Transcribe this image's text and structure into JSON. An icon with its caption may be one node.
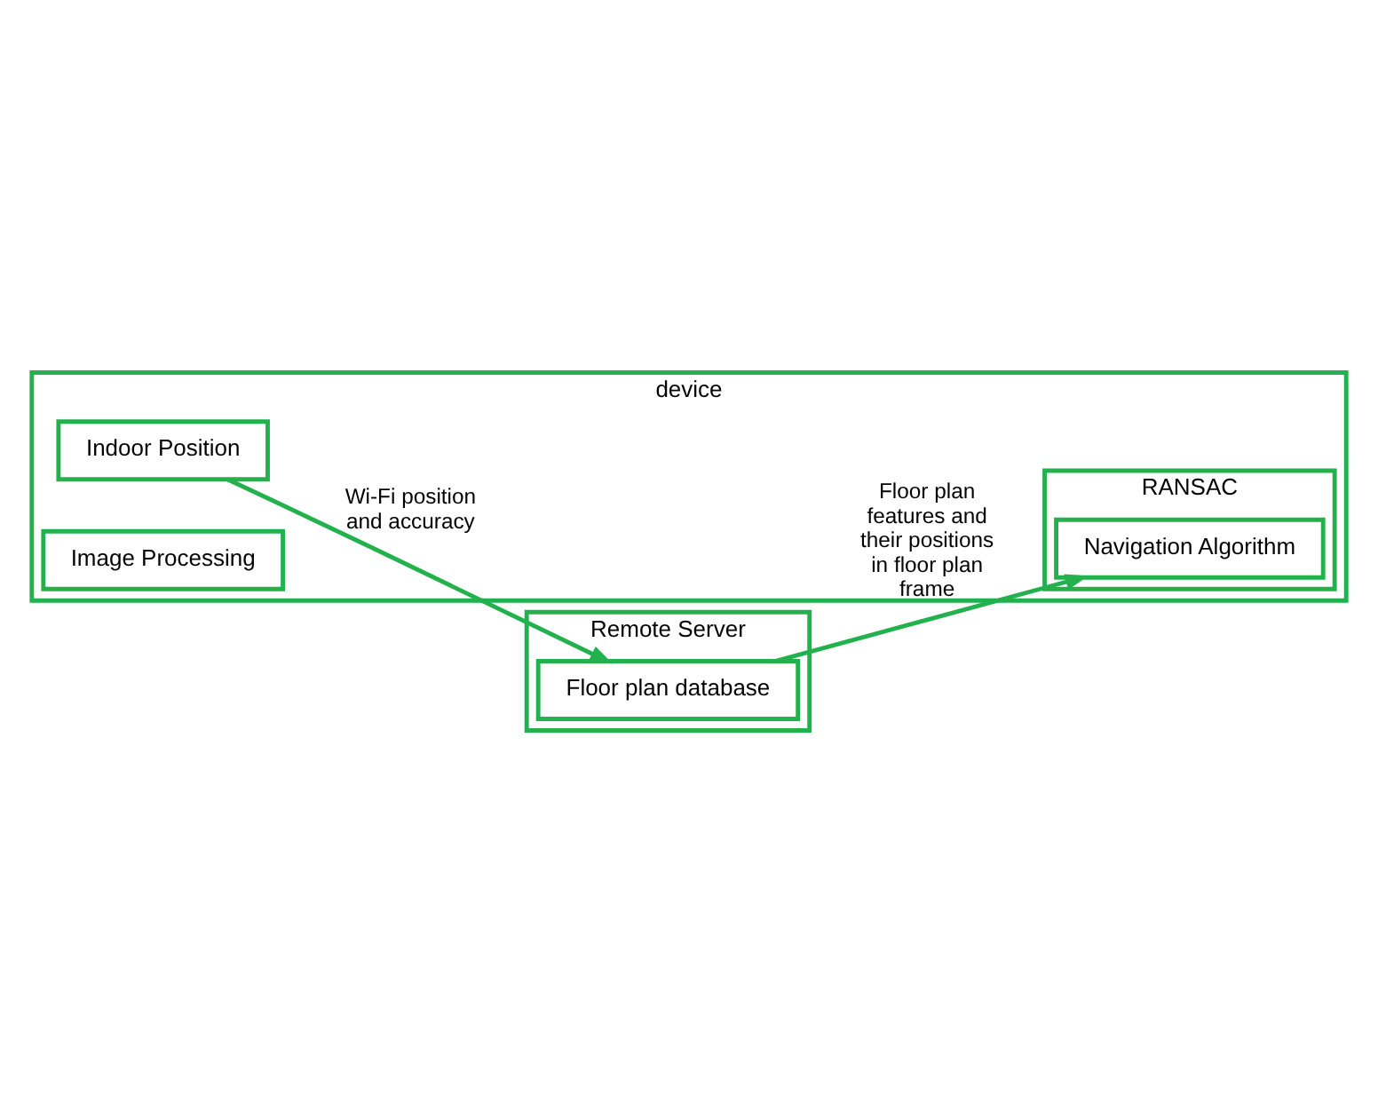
{
  "diagram": {
    "nodes": [
      {
        "text": [
          "device"
        ]
      },
      {
        "text": [
          "Indoor Position"
        ],
        "in": 0
      },
      {
        "text": [
          "Image Processing"
        ],
        "in": 0
      },
      {
        "text": [
          "RANSAC"
        ],
        "in": 0
      },
      {
        "text": [
          "Navigation Algorithm"
        ],
        "in": 3
      },
      {
        "text": [
          "Remote Server"
        ]
      },
      {
        "text": [
          "Floor plan database"
        ],
        "in": 5
      }
    ],
    "edges": [
      {
        "from": 1,
        "to": 6,
        "arrow": "to",
        "label": "Wi-Fi position and accuracy"
      },
      {
        "from": 6,
        "to": 4,
        "arrow": "to",
        "label": "Floor plan features and their positions in floor plan frame"
      }
    ]
  }
}
